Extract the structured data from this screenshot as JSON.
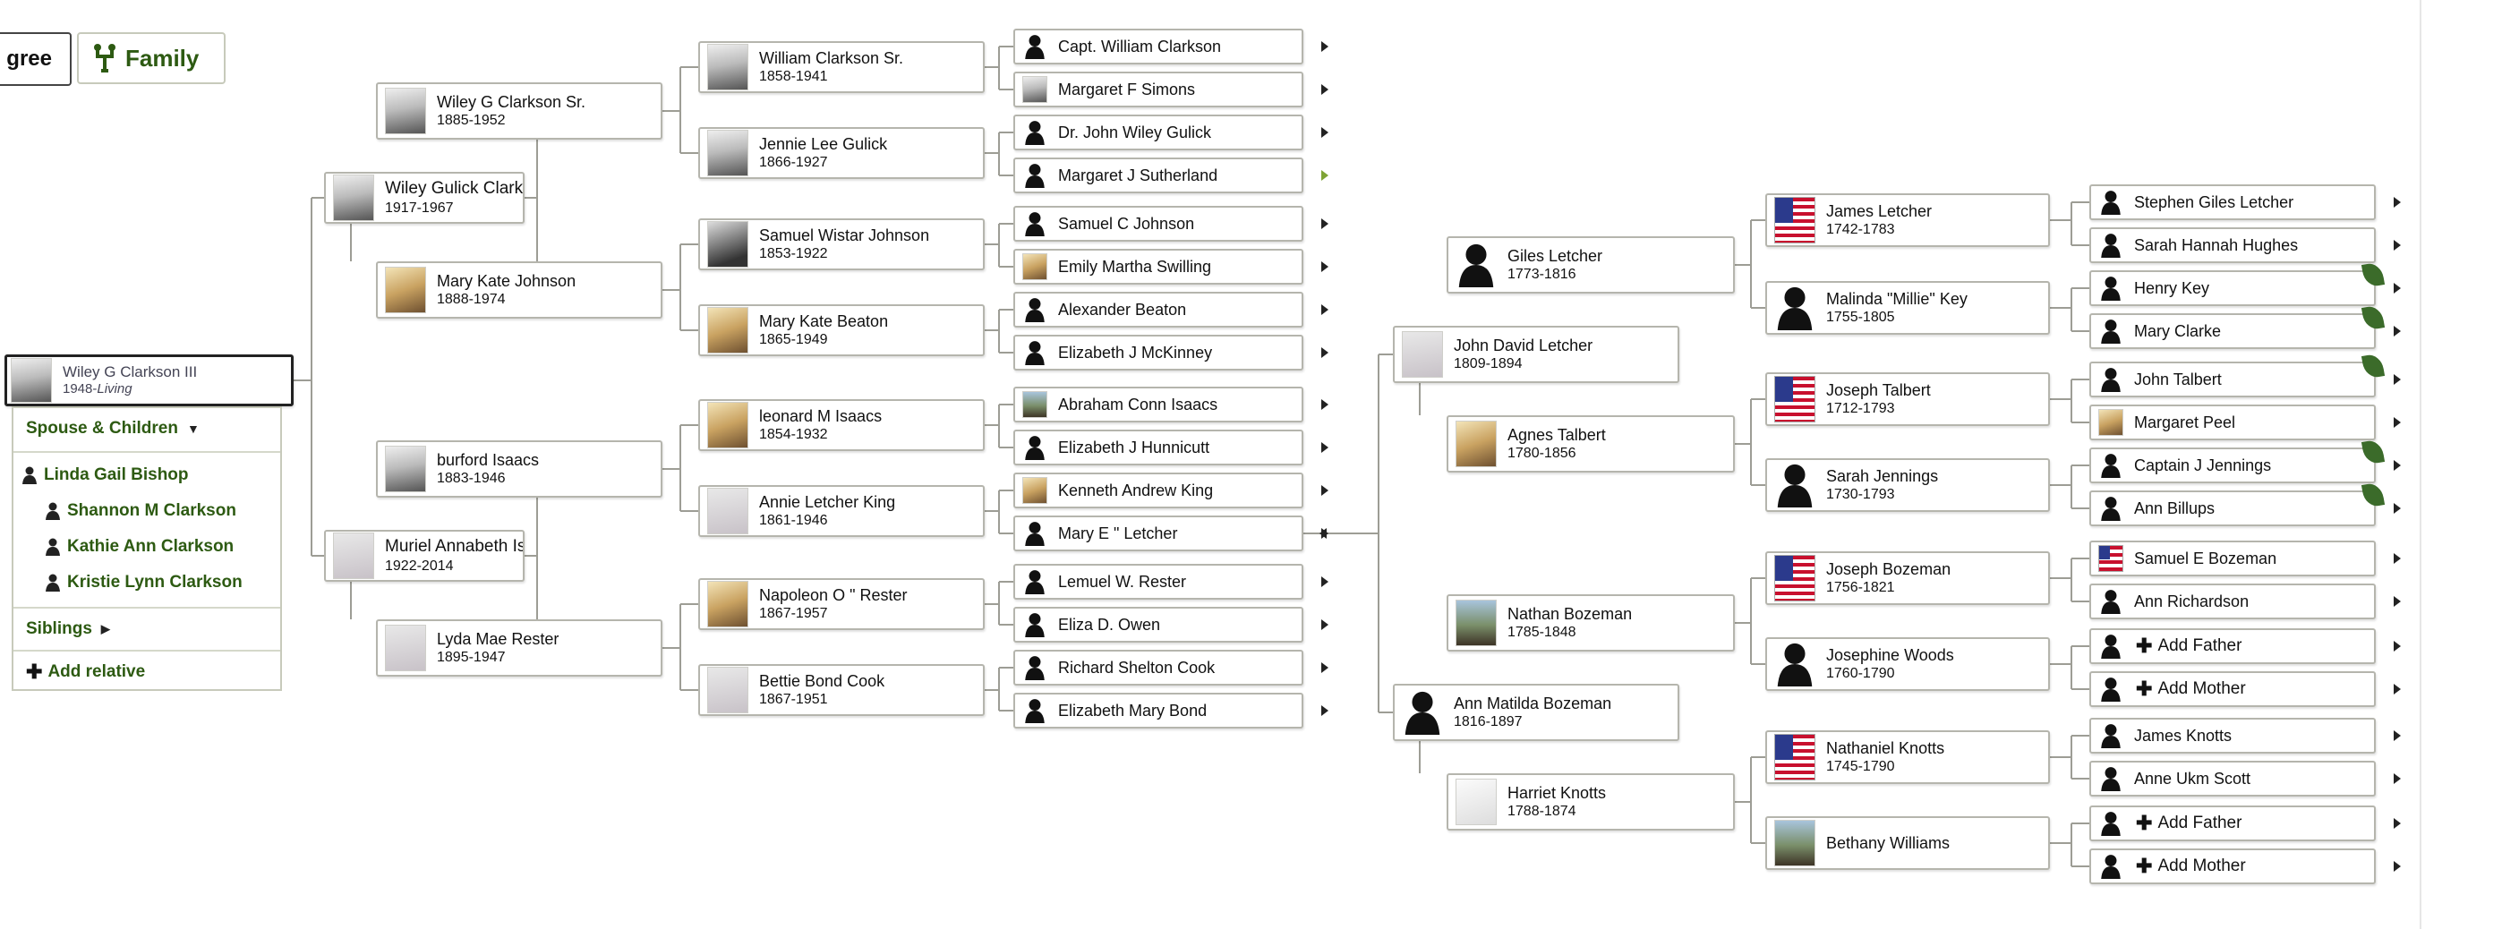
{
  "view_toggle": {
    "pedigree_label": "gree",
    "family_label": "Family",
    "family_icon": "family-tree-icon"
  },
  "focus_person": {
    "name": "Wiley G Clarkson III",
    "dates": "1948-",
    "status": "Living"
  },
  "panel": {
    "spouse_header": "Spouse & Children",
    "spouse": "Linda Gail Bishop",
    "children": [
      "Shannon M Clarkson",
      "Kathie Ann Clarkson",
      "Kristie Lynn Clarkson"
    ],
    "siblings_label": "Siblings",
    "add_relative_label": "Add relative"
  },
  "people": [
    {
      "name": "Wiley Gulick Clarkson jr",
      "dates": "1917-1967"
    },
    {
      "name": "Muriel Annabeth Isaacs",
      "dates": "1922-2014"
    },
    {
      "name": "Wiley G Clarkson Sr.",
      "dates": "1885-1952"
    },
    {
      "name": "Mary Kate Johnson",
      "dates": "1888-1974"
    },
    {
      "name": "burford Isaacs",
      "dates": "1883-1946"
    },
    {
      "name": "Lyda Mae Rester",
      "dates": "1895-1947"
    },
    {
      "name": "William Clarkson Sr.",
      "dates": "1858-1941"
    },
    {
      "name": "Jennie Lee Gulick",
      "dates": "1866-1927"
    },
    {
      "name": "Samuel Wistar Johnson",
      "dates": "1853-1922"
    },
    {
      "name": "Mary Kate Beaton",
      "dates": "1865-1949"
    },
    {
      "name": "leonard M Isaacs",
      "dates": "1854-1932"
    },
    {
      "name": "Annie Letcher King",
      "dates": "1861-1946"
    },
    {
      "name": "Napoleon O \" Rester",
      "dates": "1867-1957"
    },
    {
      "name": "Bettie Bond Cook",
      "dates": "1867-1951"
    },
    {
      "name": "Capt. William Clarkson",
      "dates": ""
    },
    {
      "name": "Margaret F Simons",
      "dates": ""
    },
    {
      "name": "Dr. John Wiley Gulick",
      "dates": ""
    },
    {
      "name": "Margaret J Sutherland",
      "dates": ""
    },
    {
      "name": "Samuel C Johnson",
      "dates": ""
    },
    {
      "name": "Emily Martha Swilling",
      "dates": ""
    },
    {
      "name": "Alexander Beaton",
      "dates": ""
    },
    {
      "name": "Elizabeth J McKinney",
      "dates": ""
    },
    {
      "name": "Abraham Conn Isaacs",
      "dates": ""
    },
    {
      "name": "Elizabeth J Hunnicutt",
      "dates": ""
    },
    {
      "name": "Kenneth Andrew King",
      "dates": ""
    },
    {
      "name": "Mary E \" Letcher",
      "dates": ""
    },
    {
      "name": "Lemuel W. Rester",
      "dates": ""
    },
    {
      "name": "Eliza D. Owen",
      "dates": ""
    },
    {
      "name": "Richard Shelton Cook",
      "dates": ""
    },
    {
      "name": "Elizabeth Mary Bond",
      "dates": ""
    },
    {
      "name": "John David Letcher",
      "dates": "1809-1894"
    },
    {
      "name": "Ann Matilda Bozeman",
      "dates": "1816-1897"
    },
    {
      "name": "Giles Letcher",
      "dates": "1773-1816"
    },
    {
      "name": "Agnes Talbert",
      "dates": "1780-1856"
    },
    {
      "name": "Nathan Bozeman",
      "dates": "1785-1848"
    },
    {
      "name": "Harriet Knotts",
      "dates": "1788-1874"
    },
    {
      "name": "James Letcher",
      "dates": "1742-1783"
    },
    {
      "name": "Malinda \"Millie\" Key",
      "dates": "1755-1805"
    },
    {
      "name": "Joseph Talbert",
      "dates": "1712-1793"
    },
    {
      "name": "Sarah Jennings",
      "dates": "1730-1793"
    },
    {
      "name": "Joseph Bozeman",
      "dates": "1756-1821"
    },
    {
      "name": "Josephine Woods",
      "dates": "1760-1790"
    },
    {
      "name": "Nathaniel Knotts",
      "dates": "1745-1790"
    },
    {
      "name": "Bethany Williams",
      "dates": ""
    },
    {
      "name": "Stephen Giles Letcher",
      "dates": ""
    },
    {
      "name": "Sarah Hannah Hughes",
      "dates": ""
    },
    {
      "name": "Henry Key",
      "dates": ""
    },
    {
      "name": "Mary Clarke",
      "dates": ""
    },
    {
      "name": "John Talbert",
      "dates": ""
    },
    {
      "name": "Margaret Peel",
      "dates": ""
    },
    {
      "name": "Captain J Jennings",
      "dates": ""
    },
    {
      "name": "Ann Billups",
      "dates": ""
    },
    {
      "name": "Samuel E Bozeman",
      "dates": ""
    },
    {
      "name": "Ann Richardson",
      "dates": ""
    },
    {
      "name": "Add Father",
      "dates": ""
    },
    {
      "name": "Add Mother",
      "dates": ""
    },
    {
      "name": "James Knotts",
      "dates": ""
    },
    {
      "name": "Anne Ukm Scott",
      "dates": ""
    },
    {
      "name": "Add Father",
      "dates": ""
    },
    {
      "name": "Add Mother",
      "dates": ""
    }
  ],
  "icons": {
    "person": "person-silhouette-icon",
    "flag": "us-flag-icon",
    "photo": "portrait-photo",
    "leaf": "hint-leaf-icon",
    "expand": "expand-arrow-icon"
  }
}
